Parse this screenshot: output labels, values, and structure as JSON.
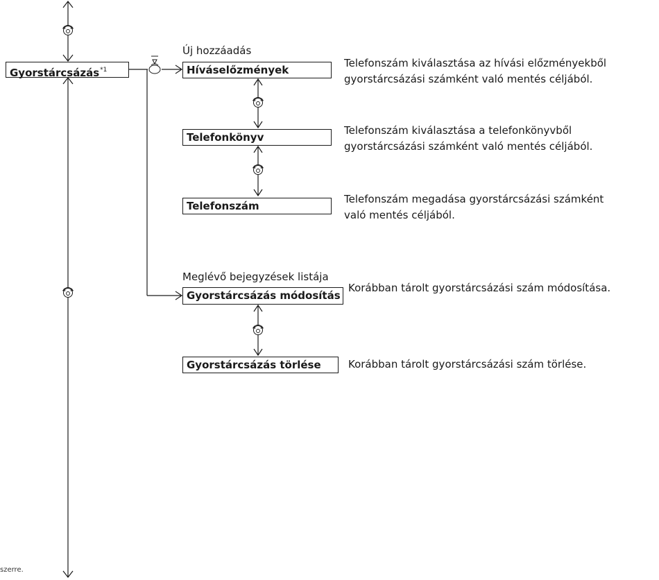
{
  "boxes": {
    "root": {
      "label": "Gyorstárcsázás",
      "note": "*1"
    },
    "call_history": {
      "label": "Híváselőzmények"
    },
    "phonebook": {
      "label": "Telefonkönyv"
    },
    "phone_number": {
      "label": "Telefonszám"
    },
    "modify": {
      "label": "Gyorstárcsázás módosítás"
    },
    "delete": {
      "label": "Gyorstárcsázás törlése"
    }
  },
  "group_labels": {
    "new": "Új hozzáadás",
    "existing": "Meglévő bejegyzések listája"
  },
  "descriptions": {
    "call_history": [
      "Telefonszám kiválasztása az hívási előzményekből",
      "gyorstárcsázási számként való mentés céljából."
    ],
    "phonebook": [
      "Telefonszám kiválasztása a telefonkönyvből",
      "gyorstárcsázási számként való mentés céljából."
    ],
    "phone_number": [
      "Telefonszám megadása gyorstárcsázási számként",
      "való mentés céljából."
    ],
    "modify": [
      "Korábban tárolt gyorstárcsázási szám módosítása."
    ],
    "delete": [
      "Korábban tárolt gyorstárcsázási szám törlése."
    ]
  },
  "footnote": "szerre.",
  "icons": {
    "rotary": "rotary-knob-icon",
    "push": "push-knob-icon"
  }
}
